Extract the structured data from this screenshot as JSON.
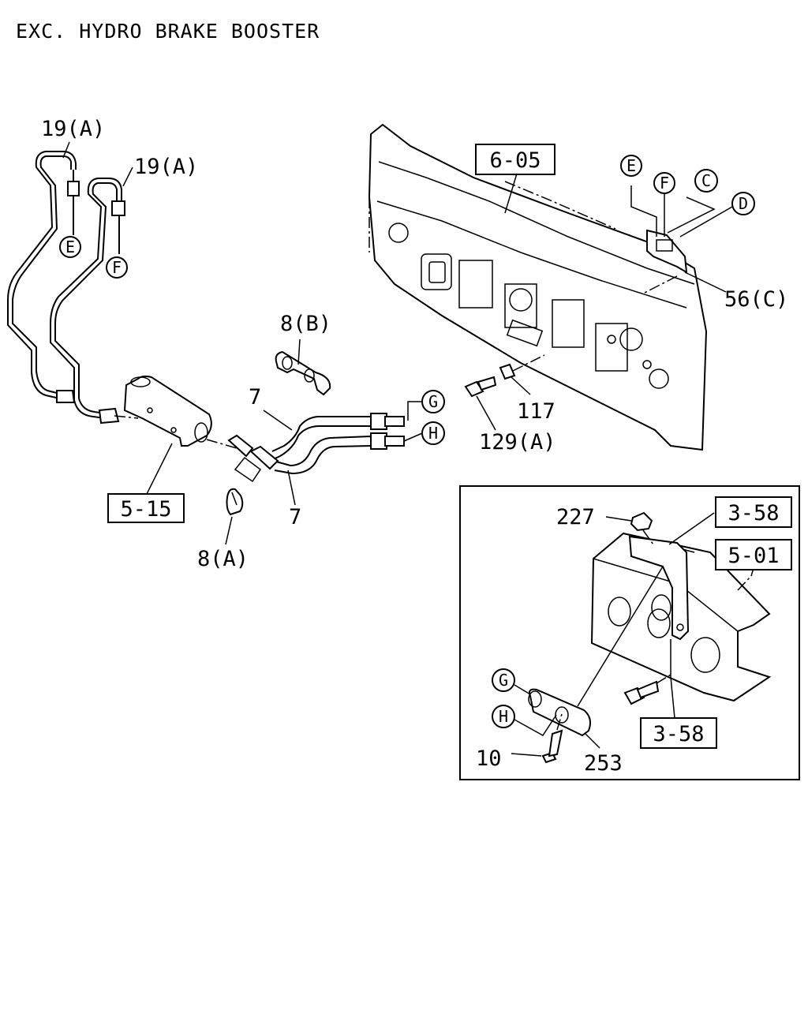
{
  "title": "EXC. HYDRO BRAKE BOOSTER",
  "labels": {
    "brake_pipe_19a_1": "19(A)",
    "brake_pipe_19a_2": "19(A)",
    "clip_8b": "8(B)",
    "clip_8a": "8(A)",
    "hose_7_upper": "7",
    "hose_7_lower": "7",
    "ref_5_15": "5-15",
    "ref_6_05": "6-05",
    "part_117": "117",
    "bolt_129a": "129(A)",
    "bracket_56c": "56(C)",
    "nut_227": "227",
    "ref_3_58_top": "3-58",
    "ref_5_01": "5-01",
    "ref_3_58_bottom": "3-58",
    "bolt_10": "10",
    "joint_253": "253"
  },
  "connectors": {
    "E": "E",
    "F": "F",
    "G": "G",
    "H": "H",
    "C": "C",
    "D": "D"
  }
}
